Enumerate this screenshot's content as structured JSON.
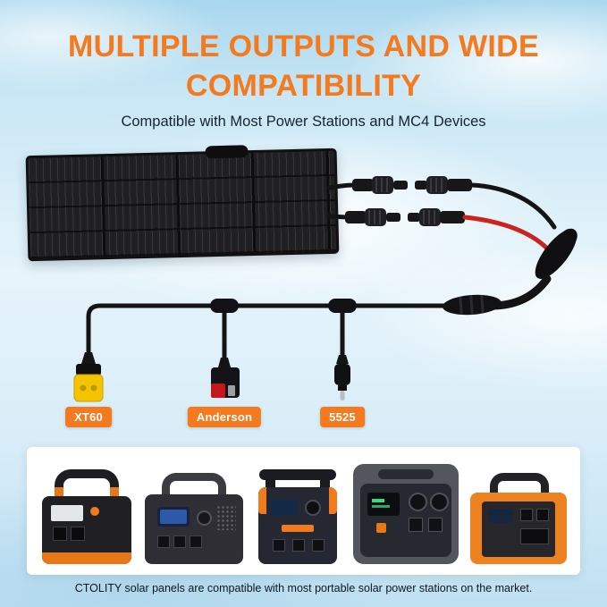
{
  "header": {
    "title_line1": "MULTIPLE OUTPUTS AND WIDE",
    "title_line2": "COMPATIBILITY",
    "subtitle": "Compatible with Most Power Stations and MC4 Devices"
  },
  "connectors": {
    "labels": [
      "XT60",
      "Anderson",
      "5525"
    ]
  },
  "diagram": {
    "components": [
      "foldable-solar-panel",
      "mc4-connector-pair",
      "mc4-connector-pair",
      "y-splitter-cable",
      "xt60-connector",
      "anderson-connector",
      "dc5525-connector"
    ]
  },
  "power_stations": {
    "images": [
      "power-station-1",
      "power-station-2",
      "power-station-3",
      "power-station-4",
      "power-station-5"
    ]
  },
  "footer": {
    "caption": "CTOLITY solar panels are compatible with most portable solar power stations on the market."
  },
  "colors": {
    "title_orange": "#F5791D",
    "badge_orange": "#F4791F",
    "subtitle_dark": "#142430",
    "cable_black": "#141414",
    "wire_red": "#C9241F",
    "xt60_yellow": "#F5C400",
    "anderson_red": "#C4161C",
    "sky_blue": "#CBE7F5"
  }
}
